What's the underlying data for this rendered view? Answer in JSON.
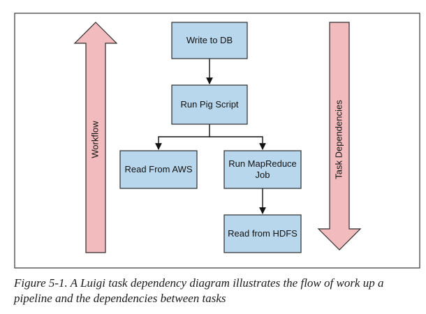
{
  "colors": {
    "node_fill": "#b9d7ec",
    "node_stroke": "#2b2b2b",
    "arrow_fill": "#f2bcbf",
    "arrow_stroke": "#2b2b2b",
    "edge": "#111111",
    "frame": "#333333"
  },
  "diagram": {
    "workflow_label": "Workflow",
    "dependencies_label": "Task Dependencies",
    "nodes": {
      "write_db": [
        "Write to DB"
      ],
      "run_pig": [
        "Run Pig Script"
      ],
      "read_aws": [
        "Read From AWS"
      ],
      "run_mapreduce": [
        "Run MapReduce",
        "Job"
      ],
      "read_hdfs": [
        "Read from HDFS"
      ]
    }
  },
  "caption": "Figure 5-1. A Luigi task dependency diagram illustrates the flow of work up a pipeline and the dependencies between tasks"
}
